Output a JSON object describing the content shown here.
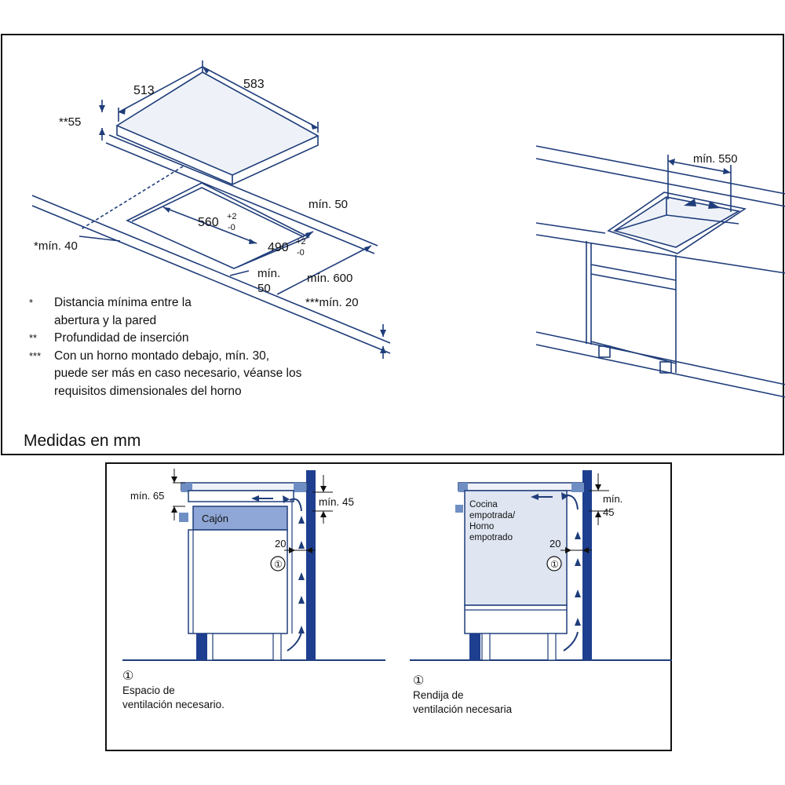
{
  "top": {
    "hob_dims": {
      "width": "583",
      "depth": "513",
      "height": "**55"
    },
    "cutout_dims": {
      "w_value": "560",
      "w_tol_up": "+2",
      "w_tol_down": "-0",
      "d_value": "490",
      "d_tol_up": "+2",
      "d_tol_down": "-0"
    },
    "clearances": {
      "rear": "mín. 50",
      "side_wall": "*mín. 40",
      "front_line1": "mín.",
      "front_line2": "50",
      "worktop_depth": "mín. 600",
      "thickness": "***mín. 20"
    },
    "notes": [
      {
        "mark": "*",
        "text": "Distancia mínima entre la abertura y la pared"
      },
      {
        "mark": "**",
        "text": "Profundidad de inserción"
      },
      {
        "mark": "***",
        "text": "Con un horno montado debajo, mín. 30, puede ser más en caso necesario, véanse los requisitos dimensionales del horno"
      }
    ],
    "units": "Medidas en mm",
    "right_view": {
      "width_min": "mín. 550"
    }
  },
  "bottom": {
    "left": {
      "min_top": "mín. 65",
      "min_gap": "mín. 45",
      "gap_20": "20",
      "drawer_label": "Cajón",
      "marker": "①",
      "caption_marker": "①",
      "caption_line1": "Espacio de",
      "caption_line2": "ventilación necesario."
    },
    "right": {
      "min_gap_line1": "mín.",
      "min_gap_line2": "45",
      "gap_20": "20",
      "appliance_line1": "Cocina",
      "appliance_line2": "empotrada/",
      "appliance_line3": "Horno",
      "appliance_line4": "empotrado",
      "marker": "①",
      "caption_marker": "①",
      "caption_line1": "Rendija de",
      "caption_line2": "ventilación necesaria"
    }
  },
  "colors": {
    "line": "#1f3d7a",
    "fill": "#dfe6f2",
    "panel": "#2b4b8c",
    "wall": "#1e3f8f",
    "text": "#111111"
  }
}
